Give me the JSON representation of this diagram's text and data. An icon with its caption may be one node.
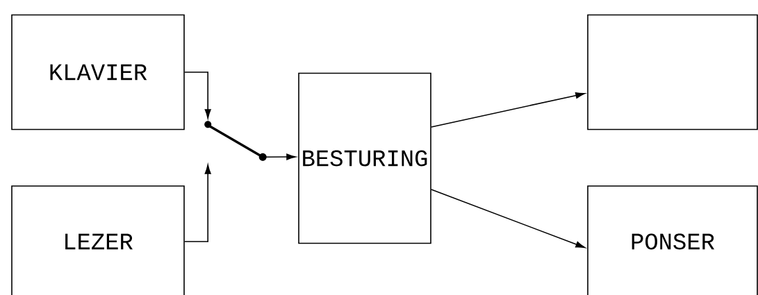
{
  "diagram": {
    "nodes": [
      {
        "text": [
          "KLAVIER"
        ]
      },
      {
        "text": [
          "LEZER"
        ]
      },
      {
        "text": [
          "BESTURING"
        ]
      },
      {
        "text": [],
        "shape": "box"
      },
      {
        "text": [
          "PONSER"
        ]
      },
      {
        "text": [],
        "shape": "switch"
      }
    ],
    "edges": [
      {
        "from": 0,
        "to": 5,
        "arrow": "to"
      },
      {
        "from": 1,
        "to": 5,
        "arrow": "to"
      },
      {
        "from": 5,
        "to": 2,
        "arrow": "to"
      },
      {
        "from": 2,
        "to": 3,
        "arrow": "to"
      },
      {
        "from": 2,
        "to": 4,
        "arrow": "to"
      }
    ]
  }
}
